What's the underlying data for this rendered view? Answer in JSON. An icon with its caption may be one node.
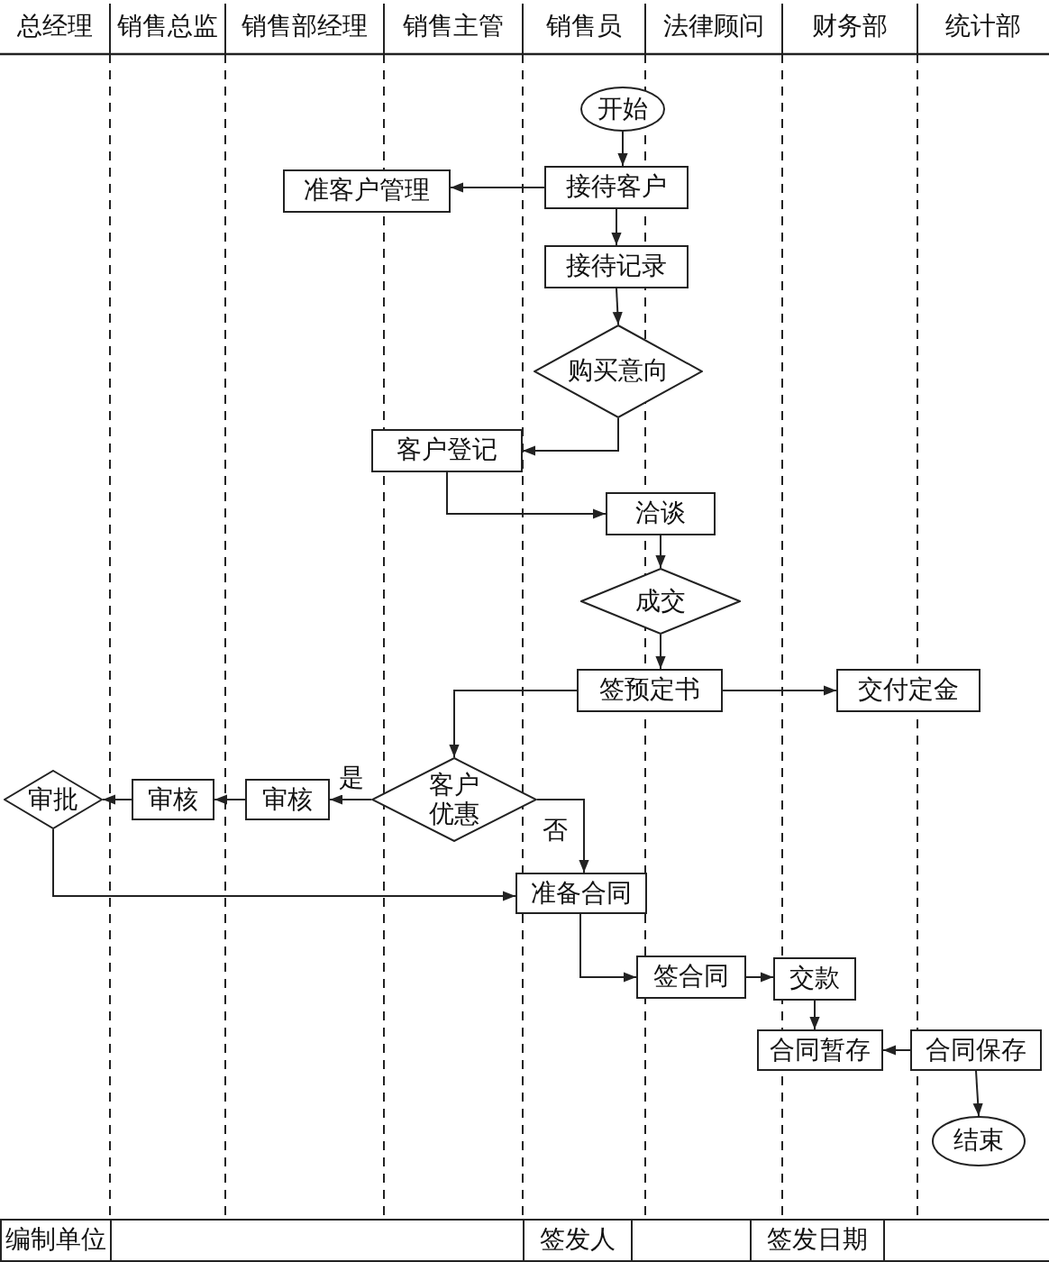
{
  "diagram": {
    "nodes": [
      {
        "text": [
          "开始"
        ]
      },
      {
        "text": [
          "接待客户"
        ]
      },
      {
        "text": [
          "准客户管理"
        ]
      },
      {
        "text": [
          "接待记录"
        ]
      },
      {
        "text": [
          "购买意向"
        ]
      },
      {
        "text": [
          "客户登记"
        ]
      },
      {
        "text": [
          "洽谈"
        ]
      },
      {
        "text": [
          "成交"
        ]
      },
      {
        "text": [
          "签预定书"
        ]
      },
      {
        "text": [
          "交付定金"
        ]
      },
      {
        "text": [
          "客户优惠"
        ]
      },
      {
        "text": [
          "审核"
        ]
      },
      {
        "text": [
          "审核"
        ]
      },
      {
        "text": [
          "审批"
        ]
      },
      {
        "text": [
          "准备合同"
        ]
      },
      {
        "text": [
          "签合同"
        ]
      },
      {
        "text": [
          "交款"
        ]
      },
      {
        "text": [
          "合同暂存"
        ]
      },
      {
        "text": [
          "合同保存"
        ]
      },
      {
        "text": [
          "结束"
        ]
      }
    ],
    "edges": [
      {
        "from": 0,
        "to": 1,
        "arrow": "to"
      },
      {
        "from": 1,
        "to": 2,
        "arrow": "to"
      },
      {
        "from": 1,
        "to": 3,
        "arrow": "to"
      },
      {
        "from": 3,
        "to": 4,
        "arrow": "to"
      },
      {
        "from": 4,
        "to": 5,
        "arrow": "to"
      },
      {
        "from": 5,
        "to": 6,
        "arrow": "to"
      },
      {
        "from": 6,
        "to": 7,
        "arrow": "to"
      },
      {
        "from": 7,
        "to": 8,
        "arrow": "to"
      },
      {
        "from": 8,
        "to": 9,
        "arrow": "to"
      },
      {
        "from": 8,
        "to": 10,
        "arrow": "to"
      },
      {
        "from": 10,
        "to": 11,
        "arrow": "to",
        "label": "是"
      },
      {
        "from": 11,
        "to": 12,
        "arrow": "to"
      },
      {
        "from": 12,
        "to": 13,
        "arrow": "to"
      },
      {
        "from": 10,
        "to": 14,
        "arrow": "to",
        "label": "否"
      },
      {
        "from": 13,
        "to": 14,
        "arrow": "to"
      },
      {
        "from": 14,
        "to": 15,
        "arrow": "to"
      },
      {
        "from": 15,
        "to": 16,
        "arrow": "to"
      },
      {
        "from": 16,
        "to": 17,
        "arrow": "to"
      },
      {
        "from": 18,
        "to": 17,
        "arrow": "to"
      },
      {
        "from": 18,
        "to": 19,
        "arrow": "to"
      }
    ],
    "labels": [
      "总经理",
      "销售总监",
      "销售部经理",
      "销售主管",
      "销售员",
      "法律顾问",
      "财务部",
      "统计部",
      "编制单位",
      "签发人",
      "签发日期"
    ]
  }
}
